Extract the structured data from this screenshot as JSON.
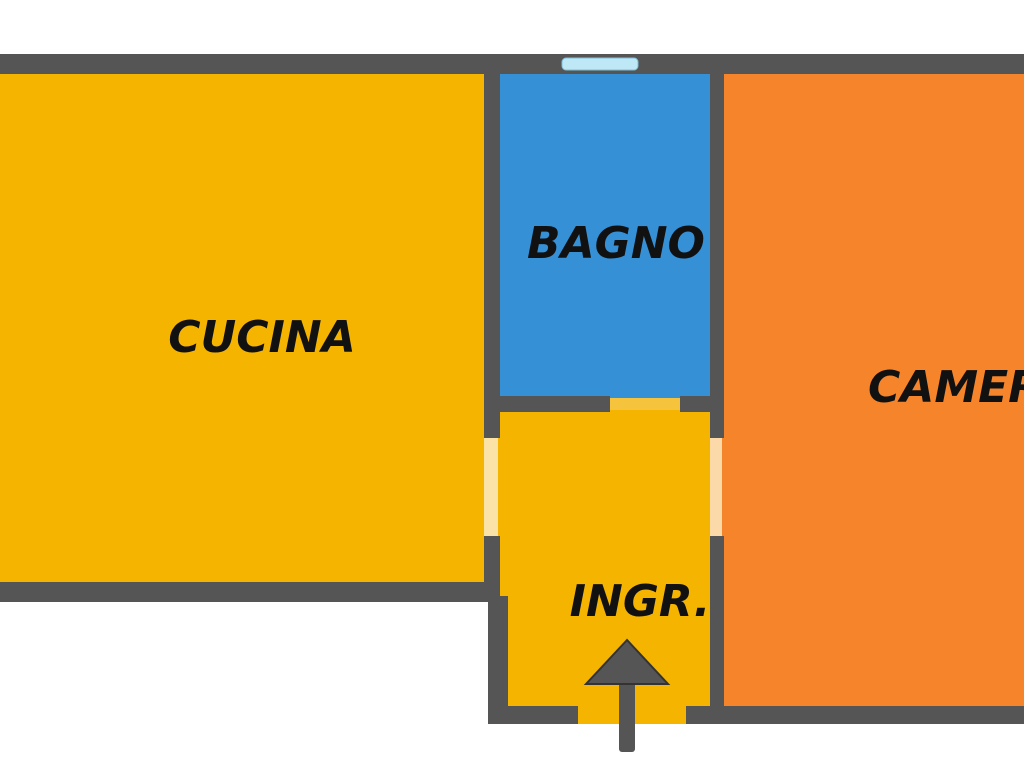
{
  "floorplan": {
    "rooms": {
      "kitchen": {
        "label": "CUCINA",
        "color": "#F5B400"
      },
      "bathroom": {
        "label": "BAGNO",
        "color": "#3590D6"
      },
      "entrance": {
        "label": "INGR.",
        "color": "#F5B400"
      },
      "bedroom": {
        "label": "CAMER",
        "color": "#F5842A"
      }
    },
    "wall_color": "#555555",
    "window_color": "#BFE8F7",
    "entry_arrow_color": "#555555"
  }
}
